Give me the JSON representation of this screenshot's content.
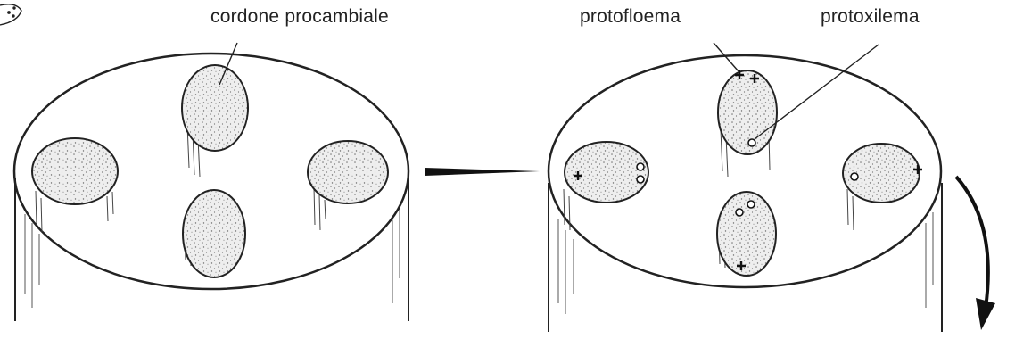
{
  "labels": {
    "procambial_strand": "cordone  procambiale",
    "protophloem": "protofloema",
    "protoxylem": "protoxilema"
  },
  "colors": {
    "ink": "#222222",
    "stipple": "#6d6d6d",
    "strand_fill": "#eeeeee",
    "background": "#ffffff"
  },
  "symbols": {
    "protophloem_marker": "+",
    "protoxylem_marker": "o"
  }
}
